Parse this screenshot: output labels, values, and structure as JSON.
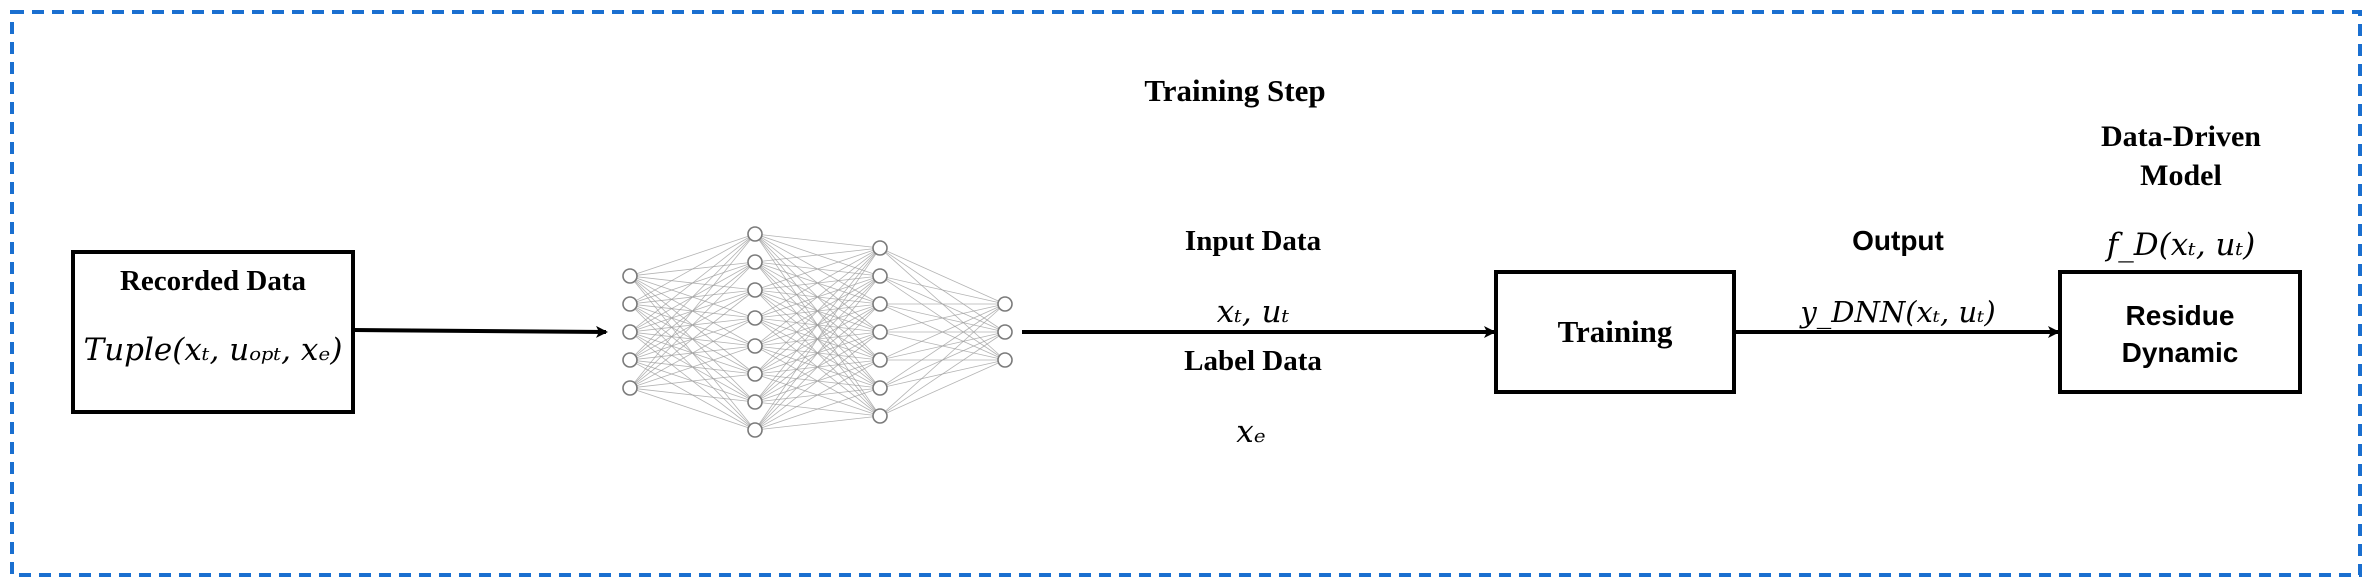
{
  "diagram": {
    "frame_color": "#1a6fd0",
    "title": "Training Step",
    "recorded_data": {
      "label": "Recorded Data",
      "formula": "Tuple(xₜ, uₒₚₜ, xₑ)"
    },
    "neural_network": {
      "icon": "neural-network-icon",
      "layers": [
        5,
        8,
        7,
        3
      ]
    },
    "input_data": {
      "label": "Input Data",
      "formula": "xₜ, uₜ"
    },
    "label_data": {
      "label": "Label Data",
      "formula": "xₑ"
    },
    "training": {
      "label": "Training"
    },
    "output": {
      "label": "Output",
      "formula": "y_DNN(xₜ, uₜ)"
    },
    "data_driven_model": {
      "label_line1": "Data-Driven",
      "label_line2": "Model",
      "formula": "f_D(xₜ, uₜ)"
    },
    "residue_dynamic": {
      "label_line1": "Residue",
      "label_line2": "Dynamic"
    }
  }
}
